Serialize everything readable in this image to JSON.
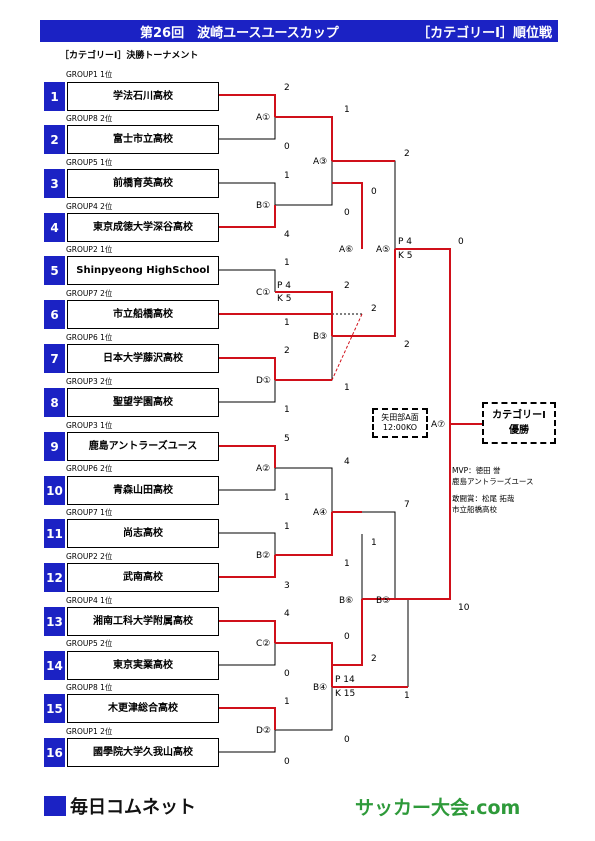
{
  "header": {
    "title": "第26回　波崎ユースユースカップ",
    "category": "［カテゴリーⅠ］順位戦",
    "color": "#1b22c4"
  },
  "subtitle": "［カテゴリーⅠ］決勝トーナメント",
  "teams": [
    {
      "num": "1",
      "group": "GROUP1 1位",
      "name": "学法石川高校"
    },
    {
      "num": "2",
      "group": "GROUP8 2位",
      "name": "富士市立高校"
    },
    {
      "num": "3",
      "group": "GROUP5 1位",
      "name": "前橋育英高校"
    },
    {
      "num": "4",
      "group": "GROUP4 2位",
      "name": "東京成徳大学深谷高校"
    },
    {
      "num": "5",
      "group": "GROUP2 1位",
      "name": "Shinpyeong HighSchool"
    },
    {
      "num": "6",
      "group": "GROUP7 2位",
      "name": "市立船橋高校"
    },
    {
      "num": "7",
      "group": "GROUP6 1位",
      "name": "日本大学藤沢高校"
    },
    {
      "num": "8",
      "group": "GROUP3 2位",
      "name": "聖望学園高校"
    },
    {
      "num": "9",
      "group": "GROUP3 1位",
      "name": "鹿島アントラーズユース"
    },
    {
      "num": "10",
      "group": "GROUP6 2位",
      "name": "青森山田高校"
    },
    {
      "num": "11",
      "group": "GROUP7 1位",
      "name": "尚志高校"
    },
    {
      "num": "12",
      "group": "GROUP2 2位",
      "name": "武南高校"
    },
    {
      "num": "13",
      "group": "GROUP4 1位",
      "name": "湘南工科大学附属高校"
    },
    {
      "num": "14",
      "group": "GROUP5 2位",
      "name": "東京実業高校"
    },
    {
      "num": "15",
      "group": "GROUP8 1位",
      "name": "木更津総合高校"
    },
    {
      "num": "16",
      "group": "GROUP1 2位",
      "name": "國學院大学久我山高校"
    }
  ],
  "matches": {
    "A1": "A①",
    "B1": "B①",
    "C1": "C①",
    "D1": "D①",
    "A2": "A②",
    "B2": "B②",
    "C2": "C②",
    "D2": "D②",
    "A3": "A③",
    "B3": "B③",
    "A4": "A④",
    "B4": "B④",
    "A5": "A⑤",
    "A6": "A⑥",
    "B5": "B⑤",
    "B6": "B⑥",
    "A7": "A⑦"
  },
  "scores": {
    "m1_top": "2",
    "m1_bot": "0",
    "m2_top": "1",
    "m2_bot": "4",
    "m3_top": "1",
    "m3_bot": "1",
    "m3_pk_top": "P 4",
    "m3_pk_bot": "K 5",
    "m4_top": "2",
    "m4_bot": "1",
    "m5_top": "5",
    "m5_bot": "1",
    "m6_top": "1",
    "m6_bot": "3",
    "m7_top": "4",
    "m7_bot": "0",
    "m8_top": "1",
    "m8_bot": "0",
    "a3_top": "1",
    "a3_bot": "0",
    "b3_top": "2",
    "b3_bot": "1",
    "a6_top": "0",
    "a6_bot": "2",
    "a4_top": "4",
    "a4_bot": "1",
    "b4_top": "0",
    "b4_bot": "0",
    "b4_pk_top": "P 14",
    "b4_pk_bot": "K 15",
    "b6_top": "1",
    "b6_bot": "2",
    "a5_top": "2",
    "a5_bot": "2",
    "a5_pk_top": "P 4",
    "a5_pk_bot": "K 5",
    "b5_top": "7",
    "b5_bot": "1",
    "final_top": "0",
    "final_bot": "10"
  },
  "venue": {
    "line1": "矢田部A面",
    "line2": "12:00KO"
  },
  "champion": {
    "line1": "カテゴリーⅠ",
    "line2": "優勝"
  },
  "awards": {
    "mvp": "MVP：徳田 誉",
    "mvp_team": "鹿島アントラーズユース",
    "fighting": "敢闘賞：松尾 拓哉",
    "fighting_team": "市立船橋高校"
  },
  "footer": {
    "left": "毎日コムネット",
    "right": "サッカー大会.com"
  },
  "colors": {
    "winner_line": "#d0101a",
    "accent": "#1b22c4",
    "footer_green": "#2e9a3a"
  }
}
